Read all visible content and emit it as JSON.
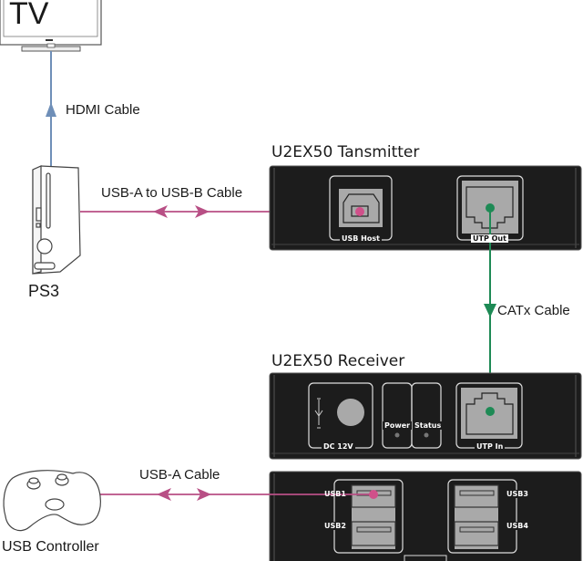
{
  "devices": {
    "tv": {
      "label": "TV"
    },
    "ps3": {
      "label": "PS3"
    },
    "controller": {
      "label": "USB Controller"
    },
    "transmitter": {
      "title": "U2EX50 Tansmitter",
      "ports": {
        "usb_host": "USB Host",
        "utp_out": "UTP Out"
      }
    },
    "receiver": {
      "title": "U2EX50  Receiver",
      "ports": {
        "dc": "DC 12V",
        "power": "Power",
        "status": "Status",
        "utp_in": "UTP In"
      },
      "usb_ports": [
        "USB1",
        "USB2",
        "USB3",
        "USB4"
      ]
    }
  },
  "cables": {
    "hdmi": "HDMI  Cable",
    "usb_ab": "USB-A to USB-B Cable",
    "catx": "CATx Cable",
    "usb_a": "USB-A Cable"
  },
  "colors": {
    "hdmi": "#6f8fb8",
    "usb": "#b84f85",
    "catx": "#1e8a55",
    "device_body": "#1c1c1c",
    "port_gray": "#a9a9a9"
  }
}
